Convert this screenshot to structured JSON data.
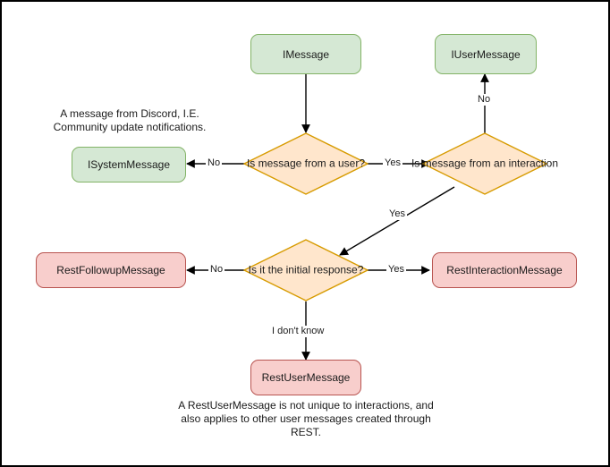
{
  "diagram": {
    "title": "Discord message type decision flowchart",
    "colors": {
      "green_fill": "#d5e8d4",
      "green_stroke": "#82b366",
      "orange_fill": "#ffe6cc",
      "orange_stroke": "#d79b00",
      "red_fill": "#f8cecc",
      "red_stroke": "#b85450",
      "edge_stroke": "#000000",
      "frame_stroke": "#000000",
      "background": "#ffffff"
    },
    "nodes": {
      "imessage": "IMessage",
      "iusermessage": "IUserMessage",
      "isystemmessage": "ISystemMessage",
      "decision_from_user": "Is message from a user?",
      "decision_from_interaction": "Is message from an interaction",
      "decision_initial_response": "Is it the initial response?",
      "restfollowupmessage": "RestFollowupMessage",
      "restinteractionmessage": "RestInteractionMessage",
      "restusermessage": "RestUserMessage"
    },
    "edge_labels": {
      "user_no": "No",
      "user_yes": "Yes",
      "interaction_no": "No",
      "interaction_yes": "Yes",
      "initial_no": "No",
      "initial_yes": "Yes",
      "initial_unknown": "I don't know"
    },
    "notes": {
      "system_message_note": "A message from Discord, I.E. Community update notifications.",
      "rest_user_message_note": "A RestUserMessage is not unique to interactions, and also applies to other user messages created through REST."
    }
  }
}
